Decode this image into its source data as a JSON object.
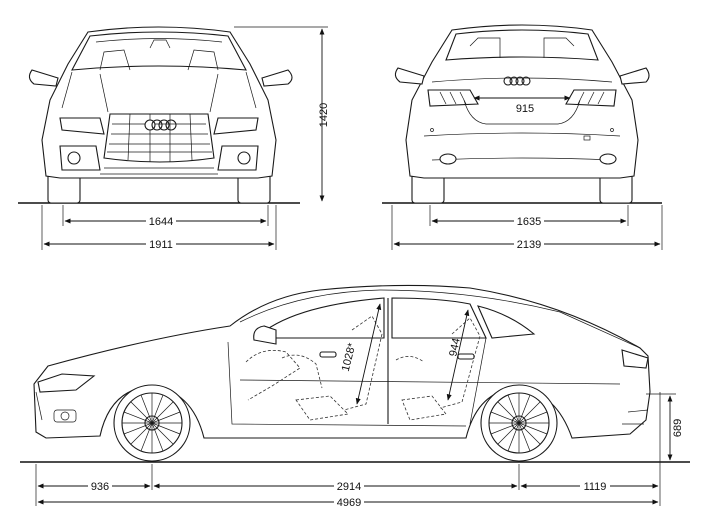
{
  "dimensions": {
    "front_track": "1644",
    "front_width": "1911",
    "rear_track": "1635",
    "mirror_width": "2139",
    "height": "1420",
    "rear_window_width": "915",
    "front_overhang": "936",
    "wheelbase": "2914",
    "rear_overhang": "1119",
    "overall_length": "4969",
    "ride_height": "689",
    "front_headroom": "1028*",
    "rear_headroom": "944"
  }
}
